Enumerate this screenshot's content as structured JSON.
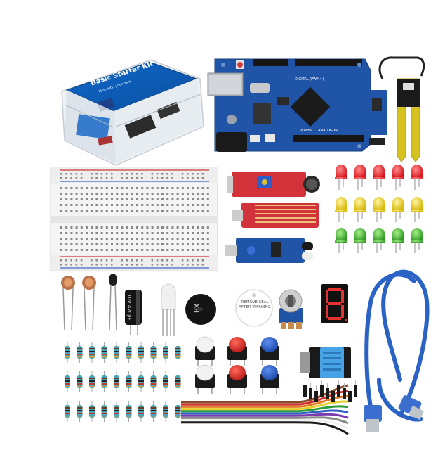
{
  "kit_box": {
    "title": "Basic Starter Kit",
    "subtitle": "little kits, your own"
  },
  "board": {
    "digital_label": "DIGITAL (PWM~)",
    "analog_label": "ANALOG IN",
    "power_label": "POWER"
  },
  "buzzer": {
    "marking": "XH"
  },
  "capacitor": {
    "marking": "10V 470µF"
  },
  "sticker": {
    "text": "REMOVE SEAL AFTER WASHING"
  },
  "display": {
    "digit": "8"
  },
  "colors": {
    "board_blue": "#1f54a6",
    "led_red": "#e0262b",
    "led_yellow": "#e2c51a",
    "led_green": "#3fa632",
    "module_red": "#d2333b",
    "cable_blue": "#2b63c4",
    "button_red": "#d22e2e",
    "button_blue": "#1f57b8"
  }
}
